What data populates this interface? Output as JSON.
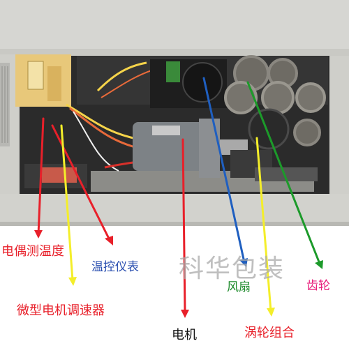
{
  "labels": {
    "thermocouple": "电偶测温度",
    "temperature_controller": "温控仪表",
    "speed_controller": "微型电机调速器",
    "motor": "电机",
    "fan": "风扇",
    "gear": "齿轮",
    "turbine_assembly": "涡轮组合"
  },
  "watermark": "科华包装",
  "colors": {
    "thermocouple": "#e8202a",
    "temperature_controller": "#2a4fb0",
    "speed_controller": "#e8202a",
    "motor": "#111111",
    "fan": "#1c8a2a",
    "gear": "#e8207c",
    "turbine_assembly": "#e8202a",
    "arrow_red": "#e8202a",
    "arrow_yellow": "#f4ee2a",
    "arrow_blue": "#1f5fc0",
    "arrow_green": "#1c9a2a",
    "cabinet": "#d9d9d4",
    "interior": "#2a2a2a"
  }
}
